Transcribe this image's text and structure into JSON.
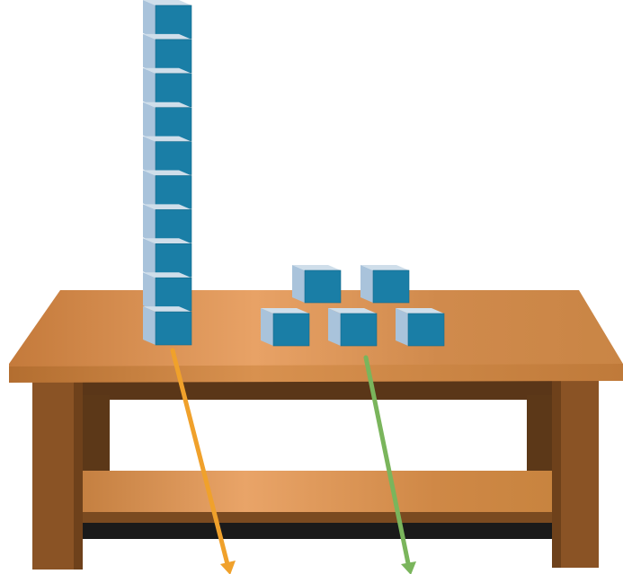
{
  "scene": {
    "subject": "table-with-base-ten-blocks",
    "background_color": "#ffffff",
    "colors": {
      "cube_front": "#1a7ea6",
      "cube_side": "#a9c3db",
      "cube_top": "#cfdeea",
      "table_top_light": "#e8a266",
      "table_top_dark": "#c27b3c",
      "table_edge": "#c47f3e",
      "table_leg": "#8a5325",
      "table_shadow": "#5a3618",
      "shelf_shadow": "#1a1a1a",
      "arrow_tens": "#f0a12b",
      "arrow_ones": "#7ab55c"
    }
  },
  "blocks": {
    "tens_rod_count": 1,
    "cubes_per_rod": 10,
    "ones_cube_count": 5
  },
  "arrows": [
    {
      "name": "tens-arrow",
      "target": "tens-rod",
      "color_key": "arrow_tens"
    },
    {
      "name": "ones-arrow",
      "target": "ones-cubes",
      "color_key": "arrow_ones"
    }
  ]
}
